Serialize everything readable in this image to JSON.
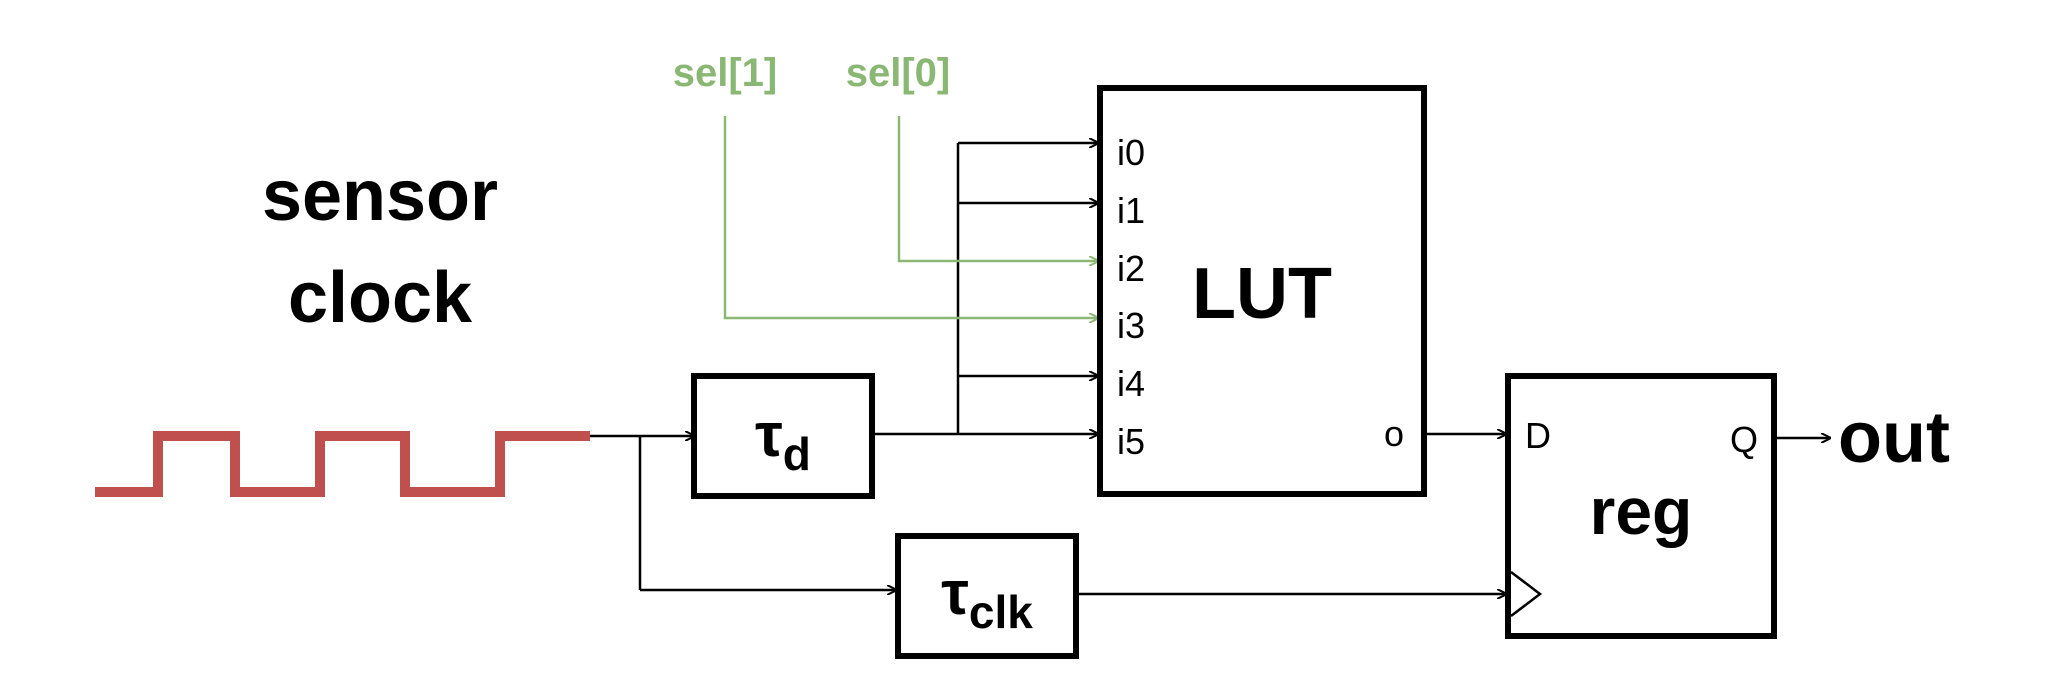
{
  "diagram": {
    "title_line1": "sensor",
    "title_line2": "clock",
    "delay_d": {
      "symbol": "τ",
      "subscript": "d"
    },
    "delay_clk": {
      "symbol": "τ",
      "subscript": "clk"
    },
    "lut": {
      "label": "LUT",
      "inputs": [
        "i0",
        "i1",
        "i2",
        "i3",
        "i4",
        "i5"
      ],
      "output": "o"
    },
    "reg": {
      "label": "reg",
      "d_port": "D",
      "q_port": "Q"
    },
    "output_label": "out",
    "select_lines": [
      "sel[1]",
      "sel[0]"
    ]
  },
  "colors": {
    "wire": "#000000",
    "select": "#8ab874",
    "clock_wave": "#c0504d"
  }
}
